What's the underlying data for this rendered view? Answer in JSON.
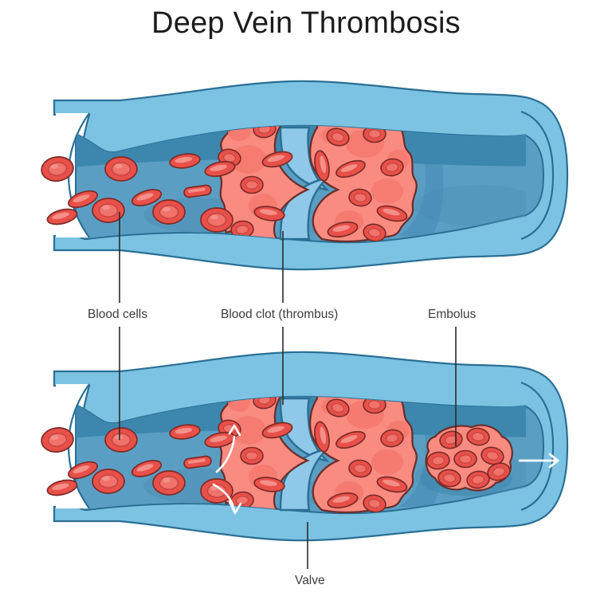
{
  "header": {
    "title": "Deep Vein Thrombosis"
  },
  "labels": {
    "blood_cells": "Blood cells",
    "blood_clot": "Blood clot (thrombus)",
    "embolus": "Embolus",
    "valve": "Valve"
  },
  "colors": {
    "background": "#ffffff",
    "title_text": "#1c1c1c",
    "label_text": "#3c3c3c",
    "leader_line": "#2b2b2b",
    "vessel_wall_outer": "#7cc3e3",
    "vessel_wall_light": "#8fcbe8",
    "vessel_wall_stroke": "#2a6f94",
    "lumen_main": "#5b9ec4",
    "lumen_dark_band": "#3d87af",
    "lumen_shadow": "#4e8fb4",
    "valve_leaflet": "#8fc8e8",
    "valve_stroke": "#2a6f94",
    "clot_body": "#f98b81",
    "clot_blotch": "#f4766c",
    "clot_stroke": "#6b2f2c",
    "rbc_body": "#e8504a",
    "rbc_center": "#f0726a",
    "rbc_stroke": "#7d2b26",
    "flow_arrow": "#ffffff"
  },
  "diagram": {
    "type": "medical-illustration",
    "panels": [
      {
        "name": "upper-vessel",
        "description": "Vein cross-section with blood cells flowing from left and an occlusive thrombus at the valve",
        "features": [
          "cut-away left opening",
          "blood cells",
          "valve with two leaflets",
          "blood clot (thrombus) occluding lumen",
          "rounded right cap"
        ]
      },
      {
        "name": "lower-vessel",
        "description": "Same vein with clot, diverted flow arrows and a detached embolus travelling downstream",
        "features": [
          "cut-away left opening",
          "blood cells",
          "two white curved turbulence arrows",
          "valve with two leaflets",
          "blood clot (thrombus)",
          "embolus cluster",
          "white straight flow arrow",
          "rounded right cap"
        ]
      }
    ],
    "annotations": [
      {
        "label_key": "blood_cells",
        "target_panel": "lower-vessel",
        "target": "red blood cell"
      },
      {
        "label_key": "blood_clot",
        "target_panel": "upper-vessel",
        "target": "thrombus mass"
      },
      {
        "label_key": "embolus",
        "target_panel": "lower-vessel",
        "target": "embolus cluster"
      },
      {
        "label_key": "valve",
        "target_panel": "lower-vessel",
        "target": "lower valve leaflet"
      }
    ]
  }
}
